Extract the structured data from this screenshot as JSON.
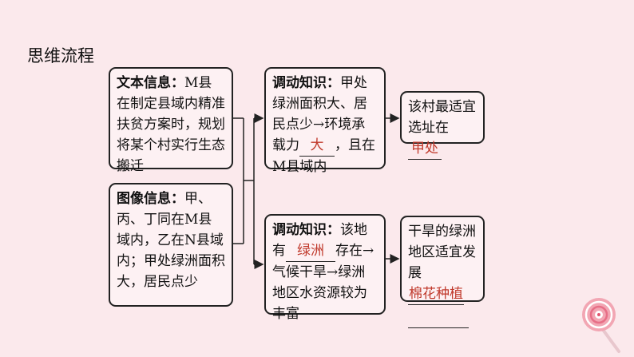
{
  "title": "思维流程",
  "text_info": {
    "head": "文本信息：",
    "body": "M县在制定县域内精准扶贫方案时，规划将某个村实行生态搬迁"
  },
  "image_info": {
    "head": "图像信息：",
    "body": "甲、丙、丁同在M县域内，乙在N县域内；甲处绿洲面积大，居民点少"
  },
  "k1": {
    "head": "调动知识：",
    "pre": "甲处绿洲面积大、居民点少→环境承载力",
    "answer": "大",
    "post": "，且在M县域内"
  },
  "k2": {
    "head": "调动知识：",
    "pre": "该地有",
    "answer": "绿洲",
    "post": "存在→气候干旱→绿洲地区水资源较为丰富"
  },
  "c1": {
    "pre": "该村最适宜选址在",
    "answer": "甲处"
  },
  "c2": {
    "pre": "干旱的绿洲地区适宜发展",
    "answer": "棉花种植"
  },
  "colors": {
    "answer": "#c0392b",
    "background": "#fbe9ec"
  }
}
